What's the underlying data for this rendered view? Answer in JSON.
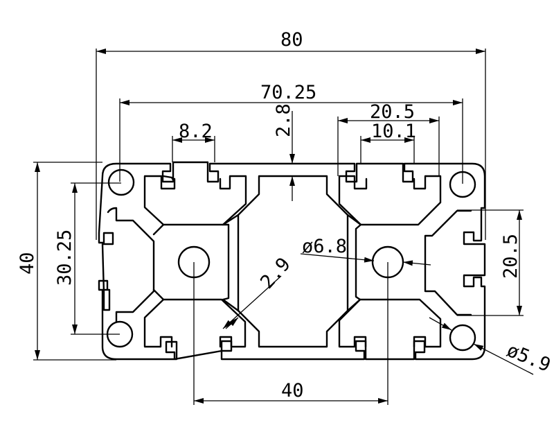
{
  "dimensions": {
    "width_total": "80",
    "width_inner": "70.25",
    "slot_outer": "20.5",
    "slot_inner": "10.1",
    "slot_opening": "8.2",
    "wall_thickness": "2.8",
    "height_total": "40",
    "hole_spacing_vertical": "30.25",
    "slot_outer_right": "20.5",
    "rib_thickness": "2.9",
    "center_bore": "ø6.8",
    "corner_bore": "ø5.9",
    "bore_spacing": "40"
  }
}
